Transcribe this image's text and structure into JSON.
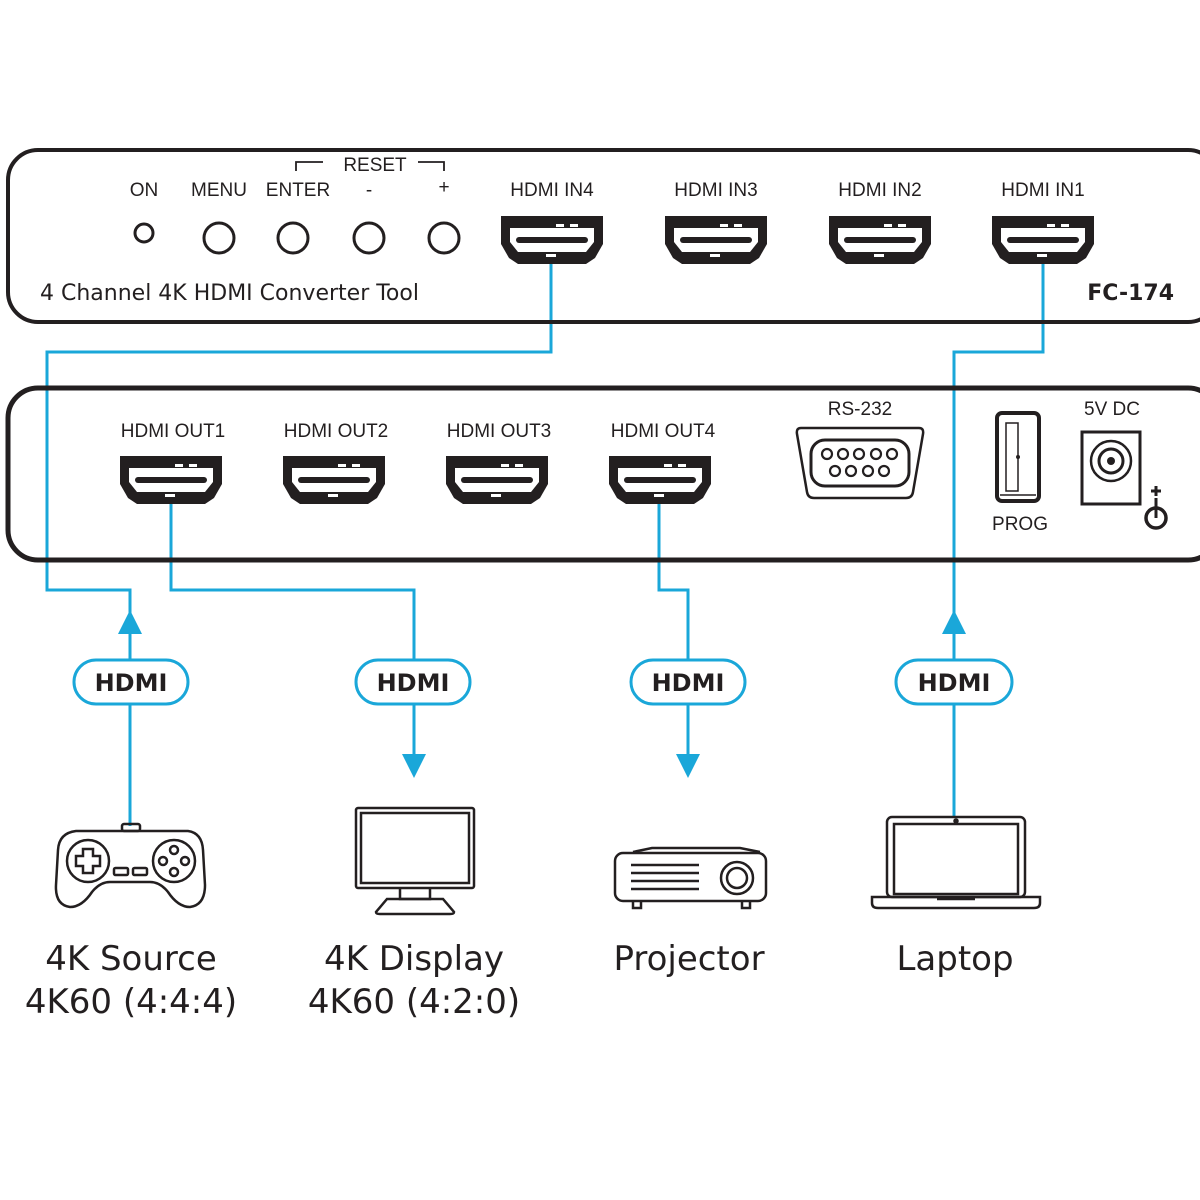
{
  "colors": {
    "cable": "#1aa7d9",
    "outline": "#231f20",
    "background": "#ffffff"
  },
  "front_panel": {
    "title": "4 Channel 4K HDMI Converter Tool",
    "model": "FC-174",
    "reset_group_label": "RESET",
    "buttons": [
      {
        "label": "ON",
        "type": "led"
      },
      {
        "label": "MENU",
        "type": "button"
      },
      {
        "label": "ENTER",
        "type": "button"
      },
      {
        "label": "-",
        "type": "button"
      },
      {
        "label": "+",
        "type": "button"
      }
    ],
    "hdmi_inputs": [
      "HDMI IN4",
      "HDMI IN3",
      "HDMI IN2",
      "HDMI IN1"
    ]
  },
  "rear_panel": {
    "hdmi_outputs": [
      "HDMI OUT1",
      "HDMI OUT2",
      "HDMI OUT3",
      "HDMI OUT4"
    ],
    "rs232_label": "RS-232",
    "prog_label": "PROG",
    "power_label": "5V DC",
    "power_polarity_icon": "center-positive-icon"
  },
  "connections": [
    {
      "from": "4K Source",
      "to": "HDMI IN4",
      "cable_label": "HDMI",
      "direction": "up"
    },
    {
      "from": "HDMI OUT1",
      "to": "4K Display",
      "cable_label": "HDMI",
      "direction": "down"
    },
    {
      "from": "HDMI OUT4",
      "to": "Projector",
      "cable_label": "HDMI",
      "direction": "down"
    },
    {
      "from": "Laptop",
      "to": "HDMI IN1",
      "cable_label": "HDMI",
      "direction": "up"
    }
  ],
  "devices": [
    {
      "icon": "gamepad-icon",
      "name": "4K Source",
      "detail": "4K60 (4:4:4)"
    },
    {
      "icon": "monitor-icon",
      "name": "4K Display",
      "detail": "4K60 (4:2:0)"
    },
    {
      "icon": "projector-icon",
      "name": "Projector",
      "detail": ""
    },
    {
      "icon": "laptop-icon",
      "name": "Laptop",
      "detail": ""
    }
  ]
}
